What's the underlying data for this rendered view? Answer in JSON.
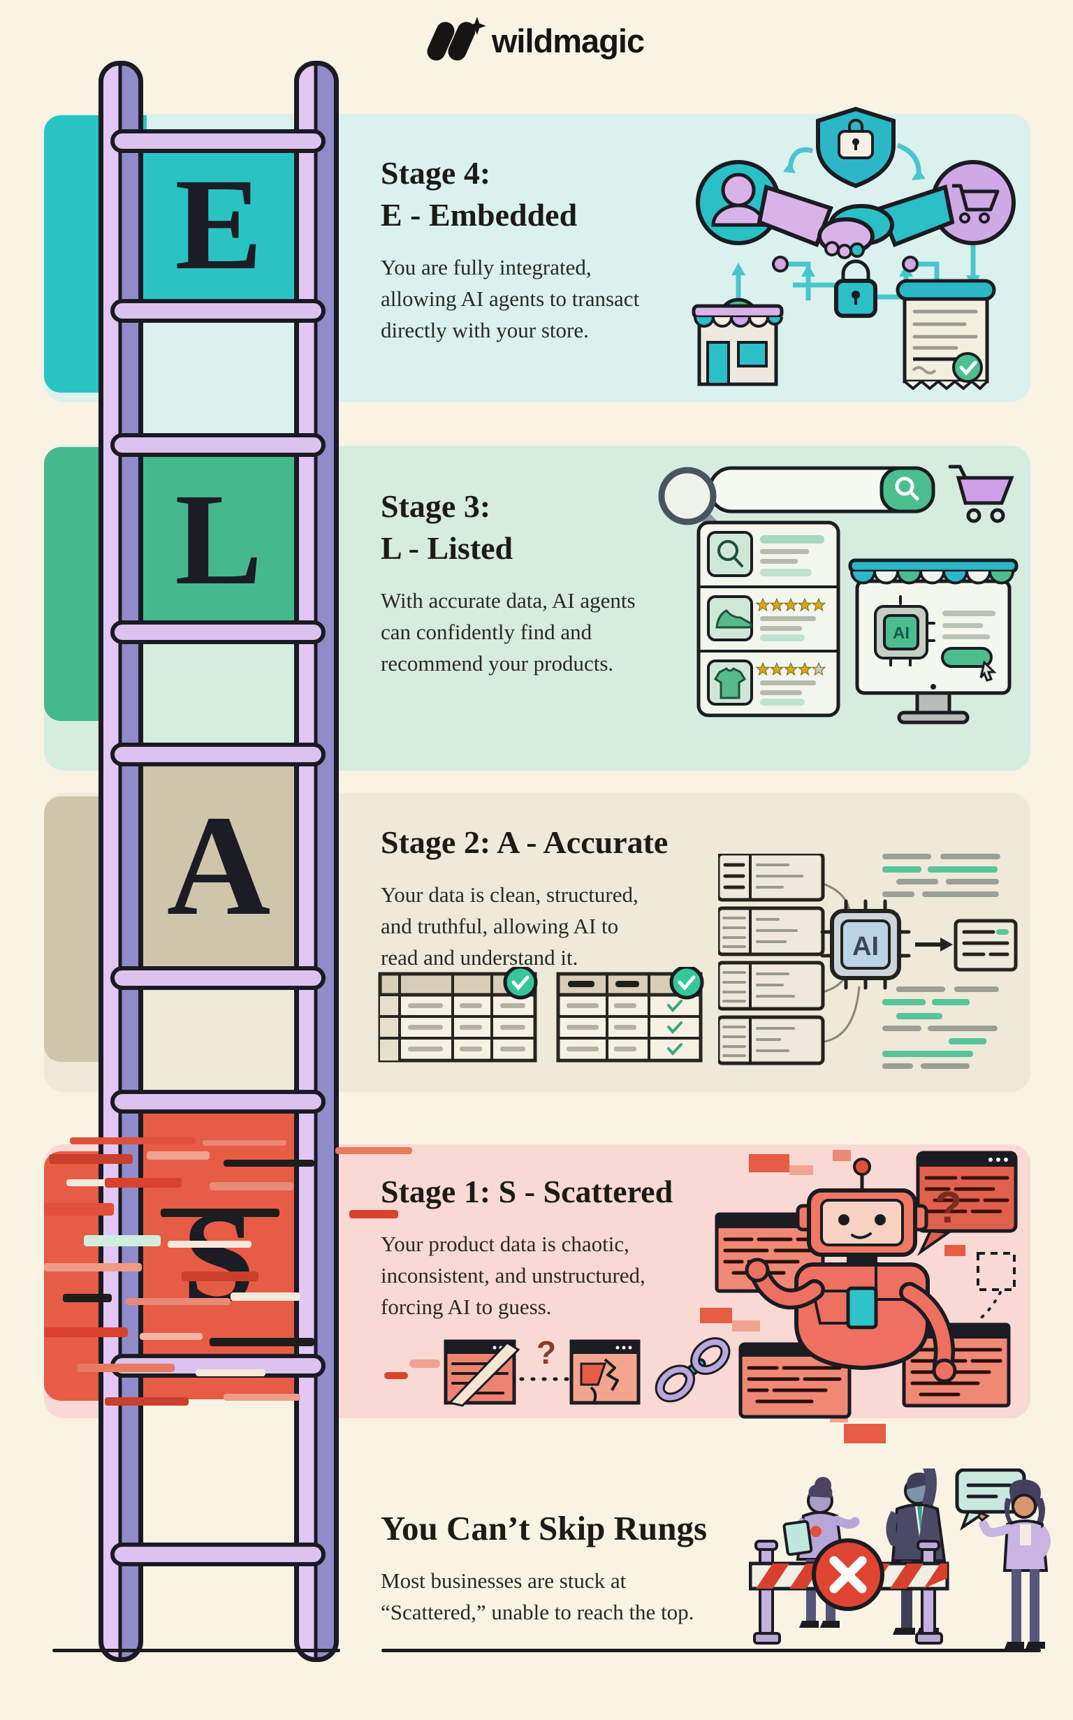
{
  "logo": {
    "brand": "wildmagic"
  },
  "ladder": {
    "letters": [
      "E",
      "L",
      "A",
      "S"
    ]
  },
  "stages": [
    {
      "letter": "E",
      "title_lines": [
        "Stage 4:",
        "E - Embedded"
      ],
      "body_lines": [
        "You are fully integrated,",
        "allowing AI agents to transact",
        "directly with your store."
      ],
      "accent_color": "#29c3c4",
      "band_color": "#daf1ee"
    },
    {
      "letter": "L",
      "title_lines": [
        "Stage 3:",
        "L - Listed"
      ],
      "body_lines": [
        "With accurate data, AI agents",
        "can confidently find and",
        "recommend your products."
      ],
      "accent_color": "#46b88d",
      "band_color": "#d6ecdf"
    },
    {
      "letter": "A",
      "title_lines": [
        "Stage 2: A - Accurate",
        ""
      ],
      "body_lines": [
        "Your data is clean, structured,",
        "and truthful, allowing AI to",
        "read and understand it."
      ],
      "accent_color": "#cfc5ab",
      "band_color": "#efe9da"
    },
    {
      "letter": "S",
      "title_lines": [
        "Stage 1: S - Scattered",
        ""
      ],
      "body_lines": [
        "Your product data is chaotic,",
        "inconsistent, and unstructured,",
        "forcing AI to guess."
      ],
      "accent_color": "#e65c45",
      "band_color": "#f9d9d3"
    }
  ],
  "footer": {
    "title": "You Can’t Skip Rungs",
    "body_lines": [
      "Most businesses are stuck at",
      "“Scattered,” unable to reach the top."
    ]
  },
  "misc": {
    "ai_label": "AI",
    "question_mark": "?"
  }
}
